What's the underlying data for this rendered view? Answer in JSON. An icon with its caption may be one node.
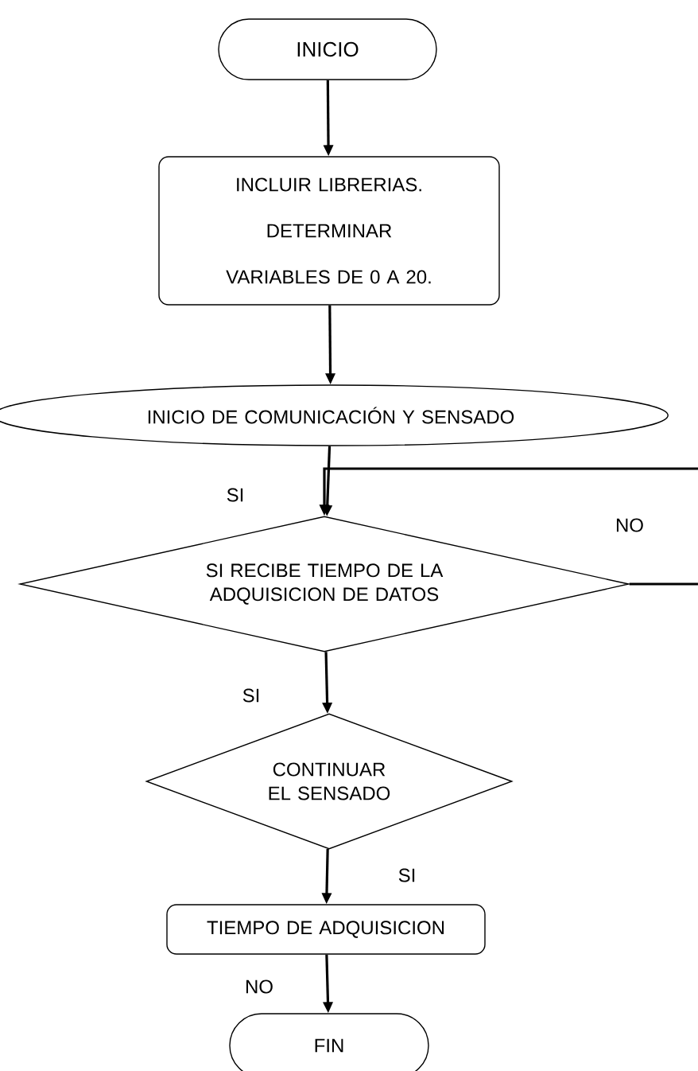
{
  "diagram": {
    "nodes": [
      {
        "text": [
          "INICIO"
        ]
      },
      {
        "text": [
          "INCLUIR LIBRERIAS.",
          "DETERMINAR VARIABLES DE 0 A 20."
        ]
      },
      {
        "text": [
          "INICIO DE COMUNICACIÓN Y SENSADO"
        ]
      },
      {
        "text": [
          "SI RECIBE TIEMPO DE LA ADQUISICION DE DATOS"
        ]
      },
      {
        "text": [
          "CONTINUAR EL SENSADO"
        ]
      },
      {
        "text": [
          "TIEMPO DE ADQUISICION"
        ]
      },
      {
        "text": [
          "FIN"
        ]
      }
    ],
    "edges": [
      {
        "from": 0,
        "to": 1,
        "arrow": "to"
      },
      {
        "from": 1,
        "to": 2,
        "arrow": "to"
      },
      {
        "from": 2,
        "to": 3,
        "arrow": "to",
        "label": "SI"
      },
      {
        "from": 3,
        "to": 3,
        "arrow": "to",
        "label": "NO"
      },
      {
        "from": 3,
        "to": 4,
        "arrow": "to",
        "label": "SI"
      },
      {
        "from": 4,
        "to": 5,
        "arrow": "to",
        "label": "SI"
      },
      {
        "from": 5,
        "to": 6,
        "arrow": "to",
        "label": "NO"
      }
    ]
  }
}
